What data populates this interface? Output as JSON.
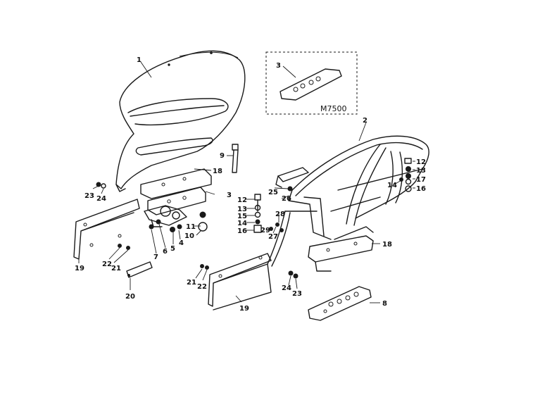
{
  "inset": {
    "model_label": "M7500"
  },
  "callouts": {
    "c1": "1",
    "c2": "2",
    "c3_inset": "3",
    "c3": "3",
    "c4": "4",
    "c5": "5",
    "c6": "6",
    "c7": "7",
    "c8": "8",
    "c9": "9",
    "c10": "10",
    "c11": "11",
    "c12_mid": "12",
    "c13_mid": "13",
    "c15_mid": "15",
    "c14_mid": "14",
    "c16_mid": "16",
    "c12_right": "12",
    "c13_right": "13",
    "c17_right": "17",
    "c16_right": "16",
    "c14_right": "14",
    "c18_left": "18",
    "c18_right": "18",
    "c19_left": "19",
    "c19_mid": "19",
    "c20": "20",
    "c21_left": "21",
    "c22_left": "22",
    "c21_mid": "21",
    "c22_mid": "22",
    "c23_left": "23",
    "c24_left": "24",
    "c24_mid": "24",
    "c23_mid": "23",
    "c25": "25",
    "c26": "26",
    "c27": "27",
    "c28": "28",
    "c29": "29"
  }
}
